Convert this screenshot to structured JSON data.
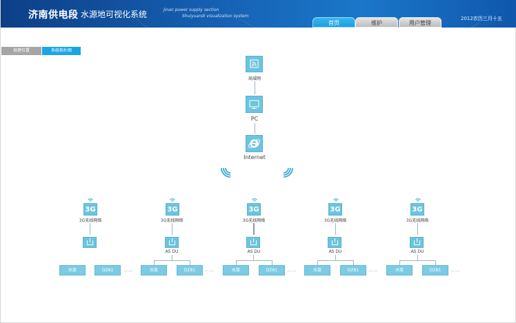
{
  "header": {
    "brand_main": "济南供电段",
    "brand_sub": "水源地可视化系统",
    "en_line1": "Jinan power supply section",
    "en_line2": "Shuiyuandi visualization system",
    "date": "2012农历三月十五"
  },
  "tabs": [
    {
      "label": "首页",
      "active": true
    },
    {
      "label": "维护",
      "active": false
    },
    {
      "label": "用户管理",
      "active": false
    }
  ],
  "subtabs": [
    {
      "label": "地理位置",
      "active": false
    },
    {
      "label": "系统拓扑图",
      "active": true
    }
  ],
  "topology": {
    "lan_label": "局域网",
    "pc_label": "PC",
    "internet_label": "Internet",
    "branch_3g_text": "3G",
    "branch_network_label": "3G无线网络",
    "asdu_label": "AS DU",
    "leaf_left": "水泵",
    "leaf_right": "DZ81",
    "ellipsis": "……"
  },
  "colors": {
    "header_blue": "#1663b6",
    "active_tab": "#1aa6e2",
    "inactive_tab": "#bdbdbd",
    "node": "#6cc4de"
  }
}
